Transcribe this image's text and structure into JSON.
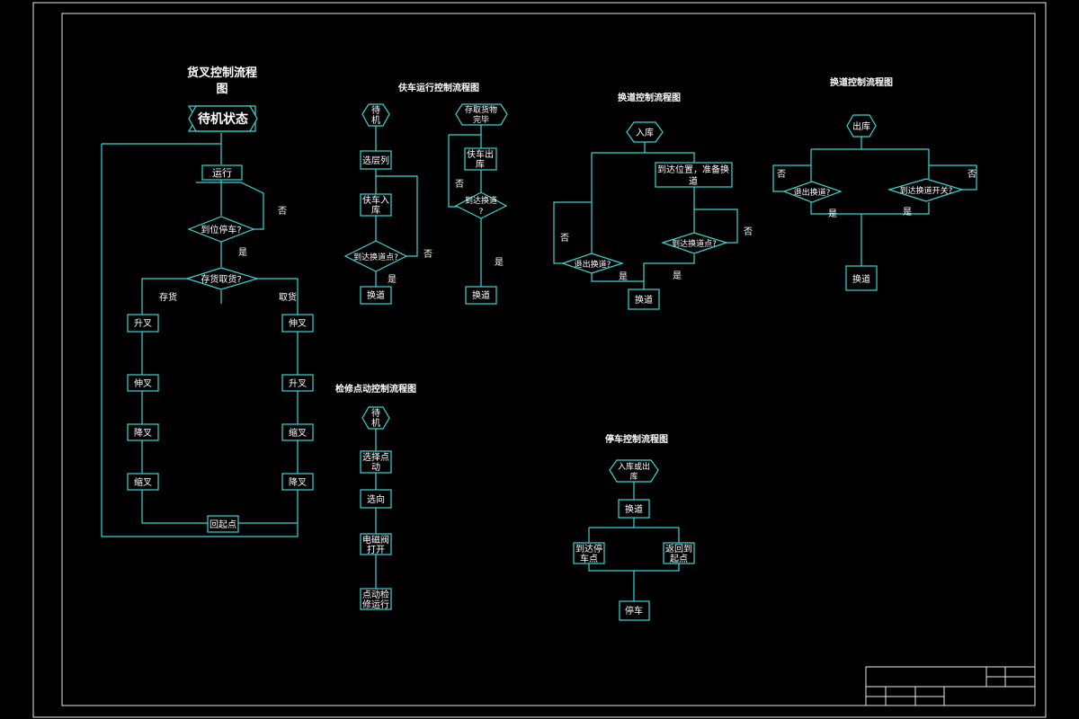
{
  "colors": {
    "background": "#000000",
    "line": "#38d6d6",
    "text": "#ffffff",
    "frame": "#e8e8e8"
  },
  "fork": {
    "title_line1": "货叉控制流程",
    "title_line2": "图",
    "start": "待机状态",
    "run": "运行",
    "q_stop": "到位停车?",
    "no": "否",
    "yes": "是",
    "q_op": "存货取货?",
    "store": "存货",
    "fetch": "取货",
    "left_steps": [
      "升叉",
      "伸叉",
      "降叉",
      "缩叉"
    ],
    "right_steps": [
      "伸叉",
      "升叉",
      "缩叉",
      "降叉"
    ],
    "return": "回起点"
  },
  "run": {
    "title": "伕车运行控制流程图",
    "c1_start_l1": "待",
    "c1_start_l2": "机",
    "c1_select": "选层列",
    "c1_in_l1": "伕车入",
    "c1_in_l2": "库",
    "c1_q": "到达换道点?",
    "c1_no": "否",
    "c1_yes": "是",
    "c1_end": "换道",
    "c2_start_l1": "存取货物",
    "c2_start_l2": "完毕",
    "c2_out_l1": "伕车出",
    "c2_out_l2": "库",
    "c2_q_l1": "到达换道",
    "c2_q_l2": "?",
    "c2_no": "否",
    "c2_yes": "是",
    "c2_end": "换道"
  },
  "lane": {
    "title": "换道控制流程图",
    "start": "入库",
    "arrive_l1": "到达位置，准备换",
    "arrive_l2": "道",
    "q_right": "到达换道点?",
    "q_left": "退出换道?",
    "no_left": "否",
    "no_right": "否",
    "yes_left": "是",
    "yes_right": "是",
    "end": "换道"
  },
  "out": {
    "title": "换道控制流程图",
    "start": "出库",
    "q_left": "退出换道?",
    "q_right": "到达换道开关?",
    "no_left": "否",
    "no_right": "否",
    "yes_left": "是",
    "yes_right": "是",
    "end": "换道"
  },
  "jog": {
    "title": "检修点动控制流程图",
    "start_l1": "待",
    "start_l2": "机",
    "s1_l1": "选择点",
    "s1_l2": "动",
    "s2": "选向",
    "s3_l1": "电磁阀",
    "s3_l2": "打开",
    "s4_l1": "点动检",
    "s4_l2": "修运行"
  },
  "park": {
    "title": "停车控制流程图",
    "start_l1": "入库或出",
    "start_l2": "库",
    "lane": "换道",
    "left_l1": "到达停",
    "left_l2": "车点",
    "right_l1": "返回到",
    "right_l2": "起点",
    "end": "停车"
  }
}
